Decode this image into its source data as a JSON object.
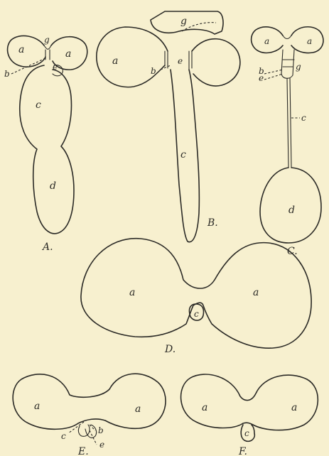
{
  "plate": {
    "figures": {
      "A": {
        "caption": "A.",
        "labels": {
          "a_left": "a",
          "a_right": "a",
          "g": "g",
          "b": "b",
          "e": "e",
          "c": "c",
          "d": "d"
        }
      },
      "B": {
        "caption": "B.",
        "labels": {
          "a_left": "a",
          "g": "g",
          "e": "e",
          "b": "b",
          "c": "c"
        }
      },
      "C": {
        "caption": "C.",
        "labels": {
          "a_left": "a",
          "a_right": "a",
          "b": "b",
          "g": "g",
          "e": "e",
          "c": "c",
          "d": "d"
        }
      },
      "D": {
        "caption": "D.",
        "labels": {
          "a_left": "a",
          "a_right": "a",
          "c": "c"
        }
      },
      "E": {
        "caption": "E.",
        "labels": {
          "a_left": "a",
          "a_right": "a",
          "b": "b",
          "c": "c",
          "e": "e"
        }
      },
      "F": {
        "caption": "F.",
        "labels": {
          "a_left": "a",
          "a_right": "a",
          "c": "c"
        }
      }
    }
  }
}
